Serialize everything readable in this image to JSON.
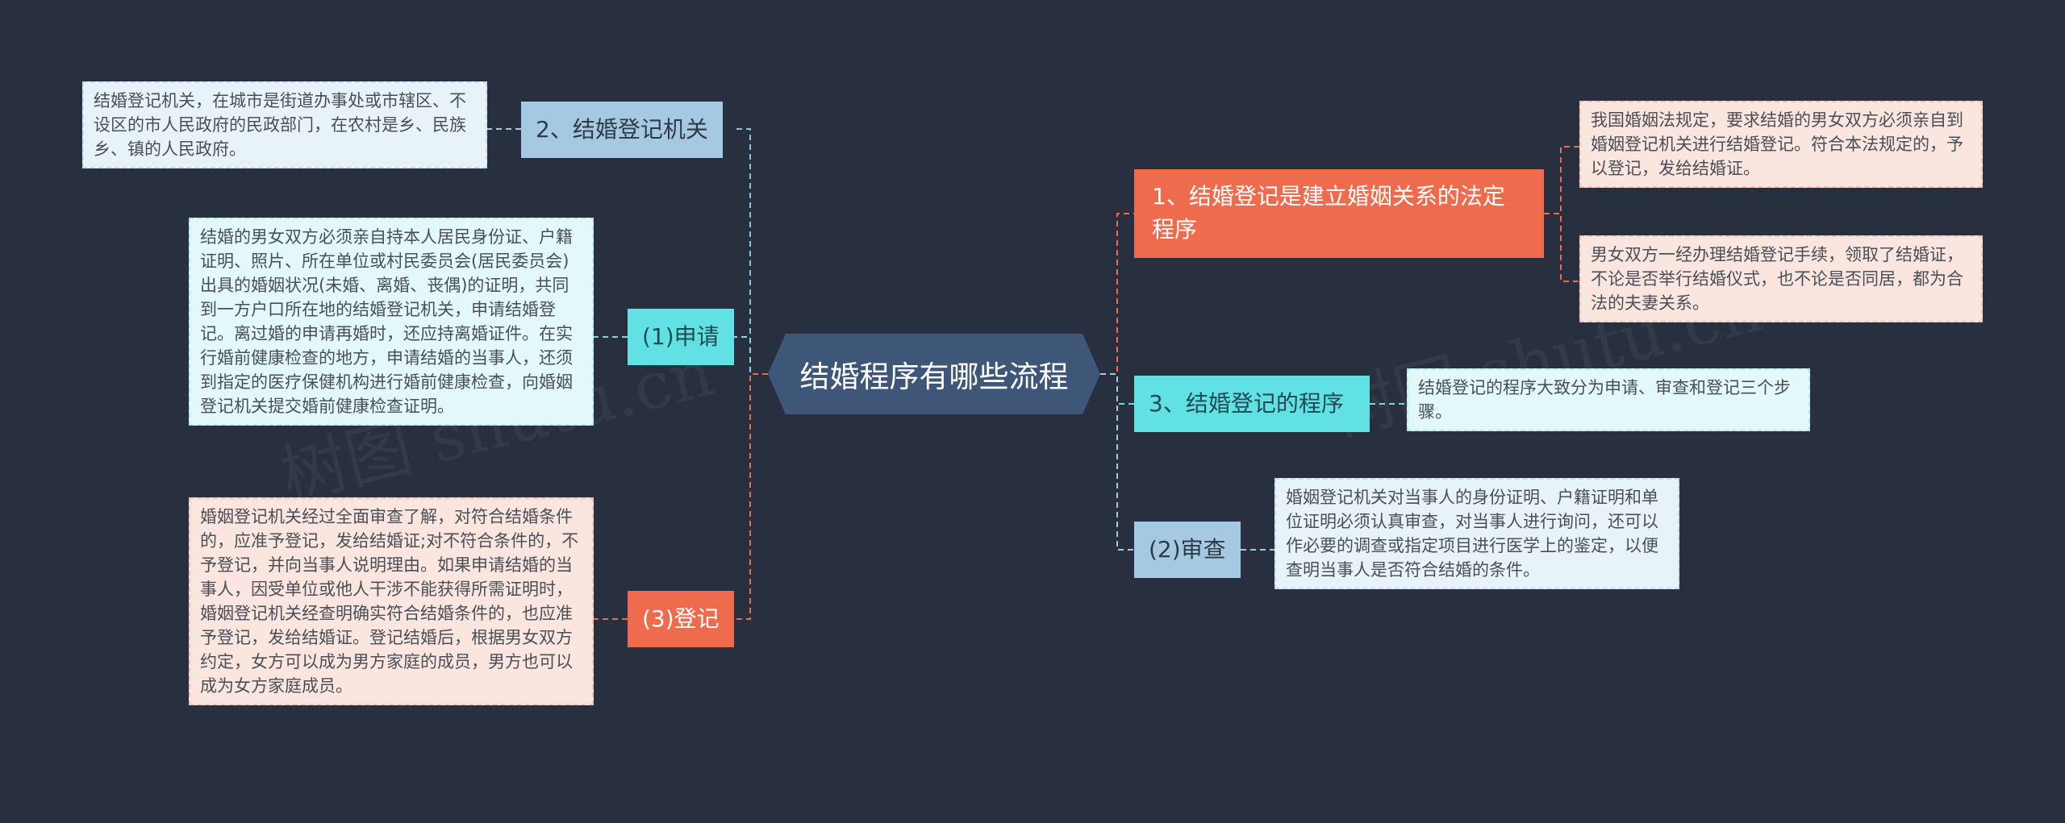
{
  "center": {
    "label": "结婚程序有哪些流程"
  },
  "left": {
    "authority": {
      "label": "2、结婚登记机关",
      "text": "结婚登记机关，在城市是街道办事处或市辖区、不设区的市人民政府的民政部门，在农村是乡、民族乡、镇的人民政府。"
    },
    "apply": {
      "label": "(1)申请",
      "text": "结婚的男女双方必须亲自持本人居民身份证、户籍证明、照片、所在单位或村民委员会(居民委员会)出具的婚姻状况(未婚、离婚、丧偶)的证明，共同到一方户口所在地的结婚登记机关，申请结婚登记。离过婚的申请再婚时，还应持离婚证件。在实行婚前健康检查的地方，申请结婚的当事人，还须到指定的医疗保健机构进行婚前健康检查，向婚姻登记机关提交婚前健康检查证明。"
    },
    "register": {
      "label": "(3)登记",
      "text": "婚姻登记机关经过全面审查了解，对符合结婚条件的，应准予登记，发给结婚证;对不符合条件的，不予登记，并向当事人说明理由。如果申请结婚的当事人，因受单位或他人干涉不能获得所需证明时，婚姻登记机关经查明确实符合结婚条件的，也应准予登记，发给结婚证。登记结婚后，根据男女双方约定，女方可以成为男方家庭的成员，男方也可以成为女方家庭成员。"
    }
  },
  "right": {
    "legal": {
      "label": "1、结婚登记是建立婚姻关系的法定程序",
      "text1": "我国婚姻法规定，要求结婚的男女双方必须亲自到婚姻登记机关进行结婚登记。符合本法规定的，予以登记，发给结婚证。",
      "text2": "男女双方一经办理结婚登记手续，领取了结婚证，不论是否举行结婚仪式，也不论是否同居，都为合法的夫妻关系。"
    },
    "procedure": {
      "label": "3、结婚登记的程序",
      "text": "结婚登记的程序大致分为申请、审查和登记三个步骤。"
    },
    "review": {
      "label": "(2)审查",
      "text": "婚姻登记机关对当事人的身份证明、户籍证明和单位证明必须认真审查，对当事人进行询问，还可以作必要的调查或指定项目进行医学上的鉴定，以便查明当事人是否符合结婚的条件。"
    }
  },
  "colors": {
    "background": "#28303f",
    "center": "#3e5677",
    "blue": "#a6c9e2",
    "cyan": "#62e1e4",
    "red": "#ef6b4e"
  },
  "watermark": {
    "left": "树图 shutu.cn",
    "right": "树图 shutu.cn"
  }
}
